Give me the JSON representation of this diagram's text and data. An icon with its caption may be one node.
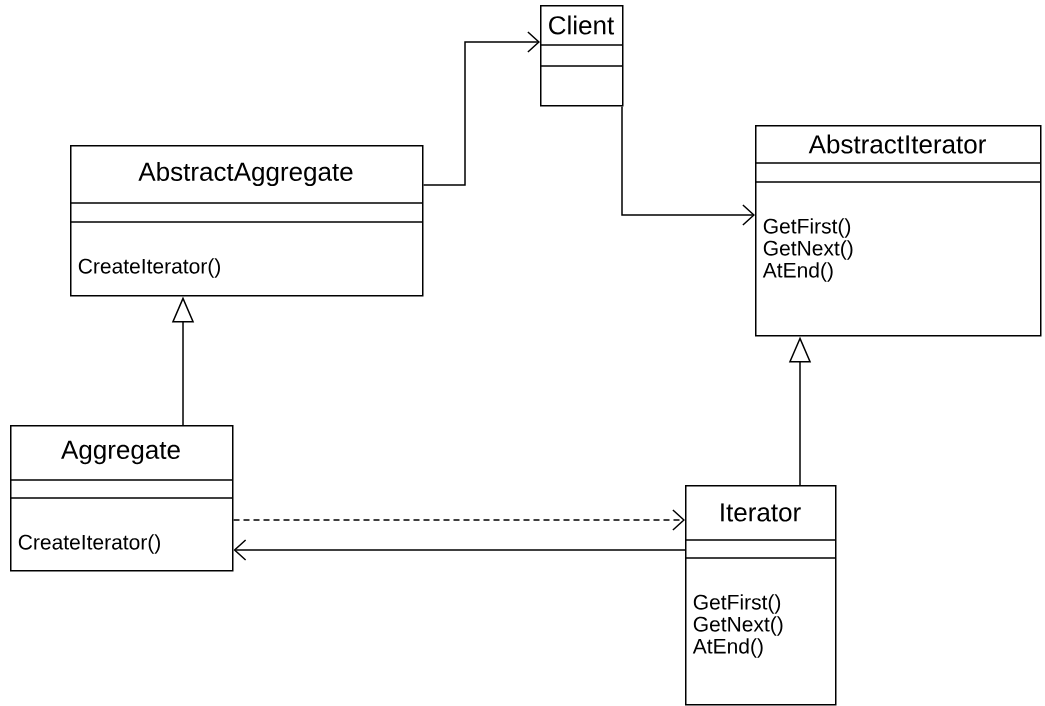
{
  "diagram": {
    "nodes": [
      {
        "text": [
          "Client"
        ]
      },
      {
        "text": [
          "AbstractAggregate",
          "CreateIterator()"
        ]
      },
      {
        "text": [
          "AbstractIterator",
          "GetFirst()",
          "GetNext()",
          "AtEnd()"
        ]
      },
      {
        "text": [
          "Aggregate",
          "CreateIterator()"
        ]
      },
      {
        "text": [
          "Iterator",
          "GetFirst()",
          "GetNext()",
          "AtEnd()"
        ]
      }
    ],
    "edges": [
      {
        "from": 1,
        "to": 0,
        "arrow": "to"
      },
      {
        "from": 0,
        "to": 2,
        "arrow": "to"
      },
      {
        "from": 3,
        "to": 1,
        "arrow": "to"
      },
      {
        "from": 4,
        "to": 2,
        "arrow": "to"
      },
      {
        "from": 3,
        "to": 4,
        "arrow": "to",
        "style": "dashed"
      },
      {
        "from": 4,
        "to": 3,
        "arrow": "to"
      }
    ]
  }
}
